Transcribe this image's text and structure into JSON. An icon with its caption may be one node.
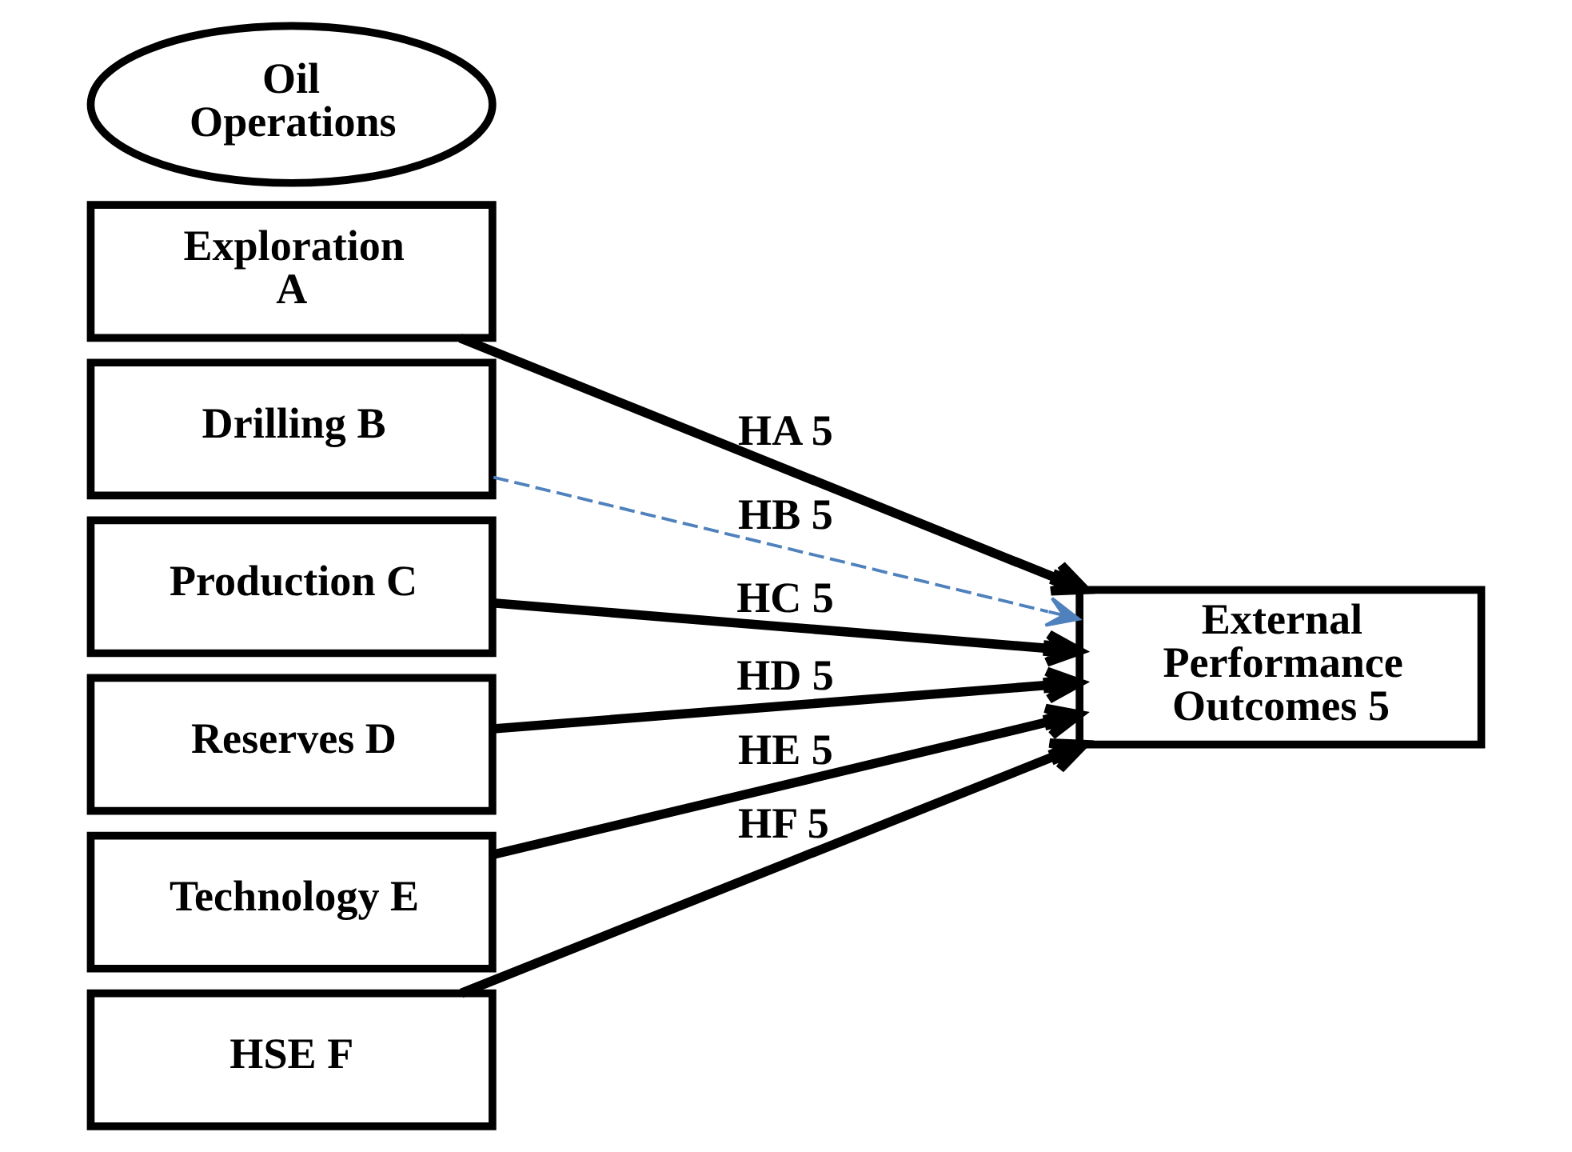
{
  "diagram": {
    "nodes": [
      {
        "text": [
          "Oil Operations"
        ]
      },
      {
        "text": [
          "Exploration A"
        ]
      },
      {
        "text": [
          "Drilling B"
        ]
      },
      {
        "text": [
          "Production C"
        ]
      },
      {
        "text": [
          "Reserves D"
        ]
      },
      {
        "text": [
          "Technology E"
        ]
      },
      {
        "text": [
          "HSE F"
        ]
      },
      {
        "text": [
          "External Performance Outcomes 5"
        ]
      }
    ],
    "edges": [
      {
        "from": 1,
        "to": 7,
        "arrow": "to",
        "label": "HA 5"
      },
      {
        "from": 2,
        "to": 7,
        "arrow": "to",
        "label": "HB 5",
        "style": "dashed",
        "color": "#4f81bd"
      },
      {
        "from": 3,
        "to": 7,
        "arrow": "to",
        "label": "HC 5"
      },
      {
        "from": 4,
        "to": 7,
        "arrow": "to",
        "label": "HD 5"
      },
      {
        "from": 5,
        "to": 7,
        "arrow": "to",
        "label": "HE 5"
      },
      {
        "from": 6,
        "to": 7,
        "arrow": "to",
        "label": "HF 5"
      }
    ]
  }
}
